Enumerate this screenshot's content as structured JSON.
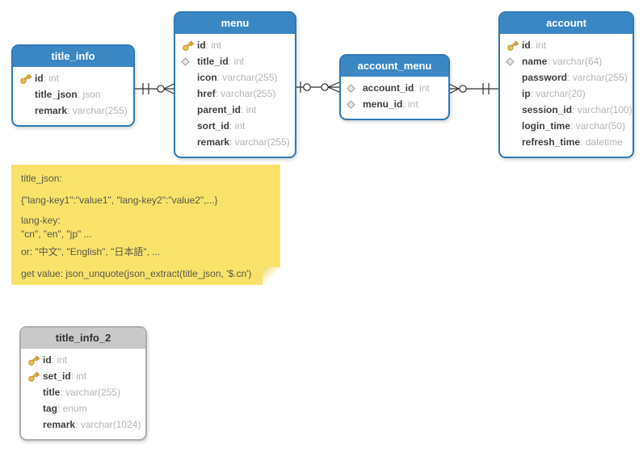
{
  "diagram": {
    "colors": {
      "header_blue": "#3b87c4",
      "border_blue": "#2f7ab6",
      "header_gray": "#c9c9c9",
      "border_gray": "#aeaeae",
      "field_name": "#3f3f3f",
      "field_type": "#b4b4b4",
      "note_bg": "#f8e26a",
      "note_text": "#5c5848",
      "line": "#2f2f2f"
    },
    "tables": [
      {
        "id": "title_info",
        "title": "title_info",
        "style": "blue",
        "fields": [
          {
            "icon": "key",
            "name": "id",
            "type": "int"
          },
          {
            "icon": "none",
            "name": "title_json",
            "type": "json"
          },
          {
            "icon": "none",
            "name": "remark",
            "type": "varchar(255)"
          }
        ]
      },
      {
        "id": "menu",
        "title": "menu",
        "style": "blue",
        "fields": [
          {
            "icon": "key",
            "name": "id",
            "type": "int"
          },
          {
            "icon": "diamond",
            "name": "title_id",
            "type": "int"
          },
          {
            "icon": "none",
            "name": "icon",
            "type": "varchar(255)"
          },
          {
            "icon": "none",
            "name": "href",
            "type": "varchar(255)"
          },
          {
            "icon": "none",
            "name": "parent_id",
            "type": "int"
          },
          {
            "icon": "none",
            "name": "sort_id",
            "type": "int"
          },
          {
            "icon": "none",
            "name": "remark",
            "type": "varchar(255)"
          }
        ]
      },
      {
        "id": "account_menu",
        "title": "account_menu",
        "style": "blue",
        "fields": [
          {
            "icon": "diamond",
            "name": "account_id",
            "type": "int"
          },
          {
            "icon": "diamond",
            "name": "menu_id",
            "type": "int"
          }
        ]
      },
      {
        "id": "account",
        "title": "account",
        "style": "blue",
        "fields": [
          {
            "icon": "key",
            "name": "id",
            "type": "int"
          },
          {
            "icon": "diamond",
            "name": "name",
            "type": "varchar(64)"
          },
          {
            "icon": "none",
            "name": "password",
            "type": "varchar(255)"
          },
          {
            "icon": "none",
            "name": "ip",
            "type": "varchar(20)"
          },
          {
            "icon": "none",
            "name": "session_id",
            "type": "varchar(100)"
          },
          {
            "icon": "none",
            "name": "login_time",
            "type": "varchar(50)"
          },
          {
            "icon": "none",
            "name": "refresh_time",
            "type": "datetime"
          }
        ]
      },
      {
        "id": "title_info_2",
        "title": "title_info_2",
        "style": "gray",
        "fields": [
          {
            "icon": "key",
            "name": "id",
            "type": "int"
          },
          {
            "icon": "key",
            "name": "set_id",
            "type": "int"
          },
          {
            "icon": "none",
            "name": "title",
            "type": "varchar(255)"
          },
          {
            "icon": "none",
            "name": "tag",
            "type": "enum"
          },
          {
            "icon": "none",
            "name": "remark",
            "type": "varchar(1024)"
          }
        ]
      }
    ],
    "connectors": [
      {
        "from": "title_info",
        "to": "menu",
        "from_symbol": "one-mandatory",
        "to_symbol": "many-optional"
      },
      {
        "from": "menu",
        "to": "account_menu",
        "from_symbol": "one-optional",
        "to_symbol": "many-optional"
      },
      {
        "from": "account_menu",
        "to": "account",
        "from_symbol": "many-optional",
        "to_symbol": "one-mandatory"
      }
    ],
    "note": {
      "lines": [
        "title_json:",
        "{\"lang-key1\":\"value1\", \"lang-key2\":\"value2\",...}",
        "lang-key:",
        "\"cn\", \"en\", \"jp\" ...",
        "or: \"中文\", \"English\", \"日本語\", ...",
        "get value: json_unquote(json_extract(title_json, '$.cn')"
      ]
    }
  }
}
